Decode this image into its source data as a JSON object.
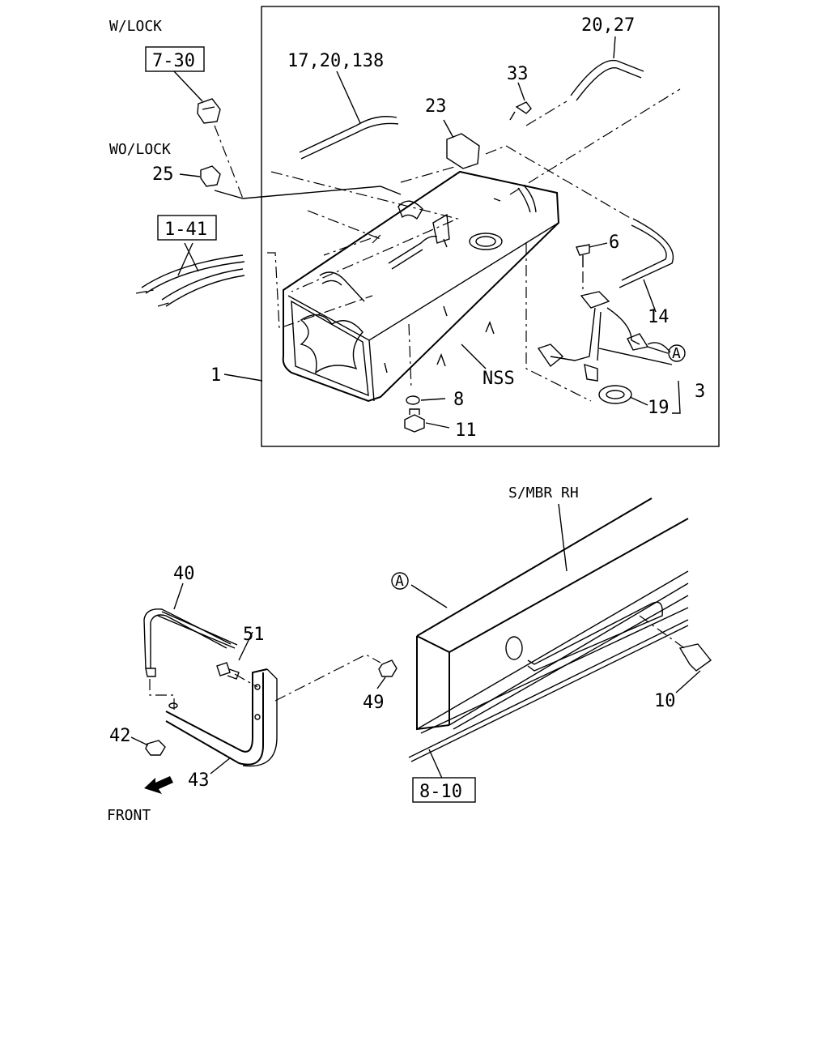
{
  "labels": {
    "w_lock": "W/LOCK",
    "wo_lock": "WO/LOCK",
    "ref_7_30": "7-30",
    "ref_1_41": "1-41",
    "ref_8_10": "8-10",
    "p_17_20_138": "17,20,138",
    "p_20_27": "20,27",
    "p_33": "33",
    "p_23": "23",
    "p_25": "25",
    "p_6": "6",
    "p_14": "14",
    "p_a_top": "A",
    "p_3": "3",
    "p_1": "1",
    "p_nss": "NSS",
    "p_8": "8",
    "p_19": "19",
    "p_11": "11",
    "s_mbr_rh": "S/MBR RH",
    "p_a_bottom": "A",
    "p_40": "40",
    "p_51": "51",
    "p_49": "49",
    "p_10": "10",
    "p_42": "42",
    "p_43": "43",
    "front": "FRONT"
  },
  "icons": {
    "front_arrow": "front-arrow-icon"
  }
}
